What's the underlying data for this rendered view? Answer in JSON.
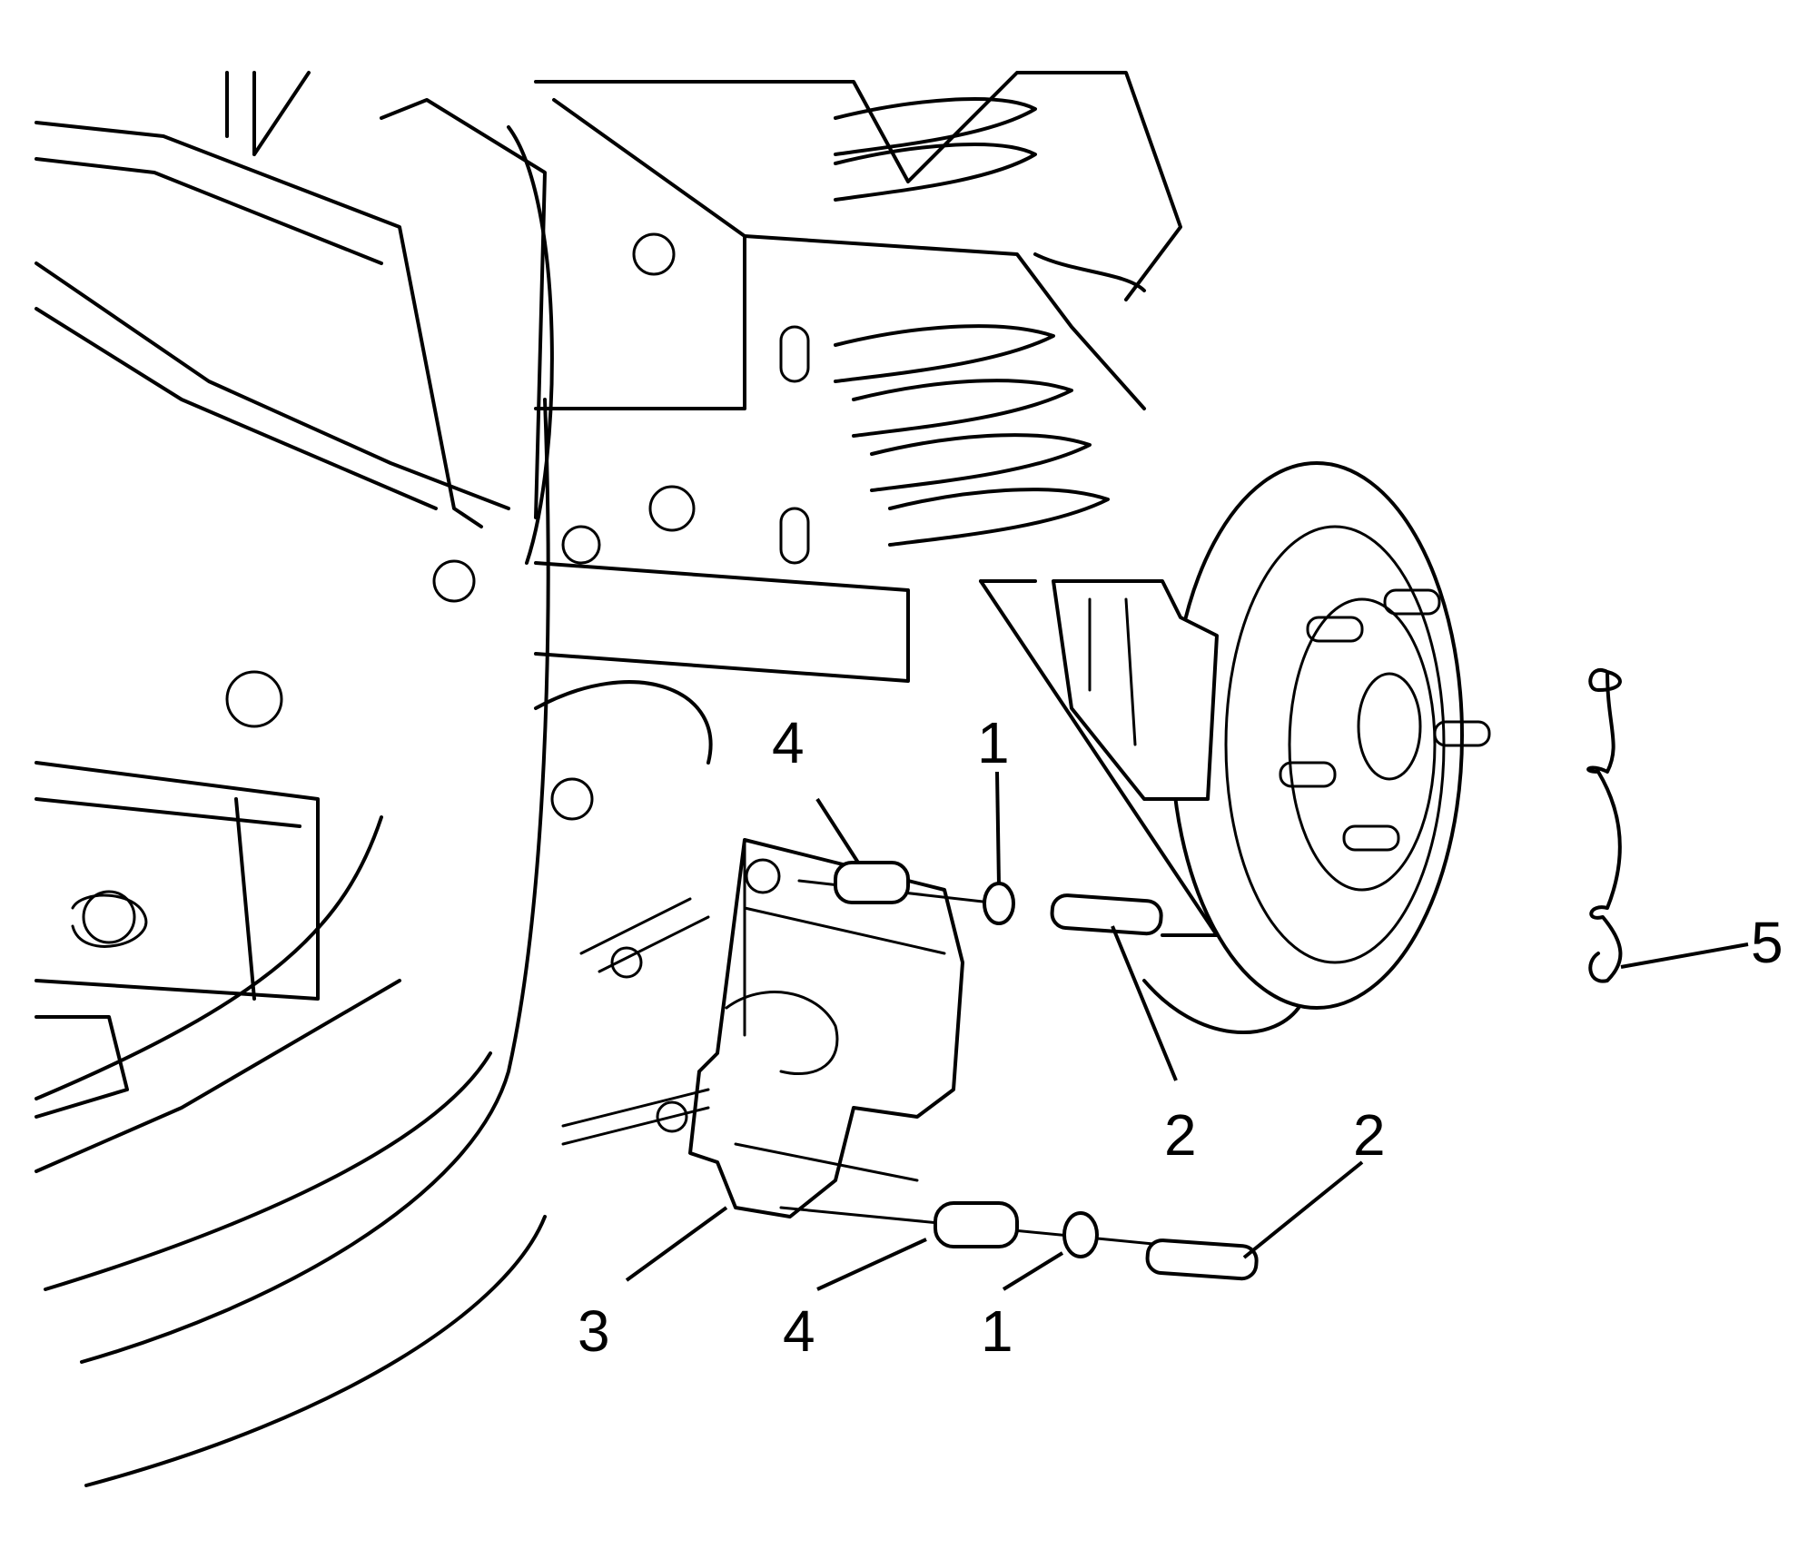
{
  "callouts": [
    {
      "id": "c1-top",
      "label": "1"
    },
    {
      "id": "c1-bottom",
      "label": "1"
    },
    {
      "id": "c2-middle",
      "label": "2"
    },
    {
      "id": "c2-right",
      "label": "2"
    },
    {
      "id": "c3",
      "label": "3"
    },
    {
      "id": "c4-top",
      "label": "4"
    },
    {
      "id": "c4-bottom",
      "label": "4"
    },
    {
      "id": "c5",
      "label": "5"
    }
  ]
}
